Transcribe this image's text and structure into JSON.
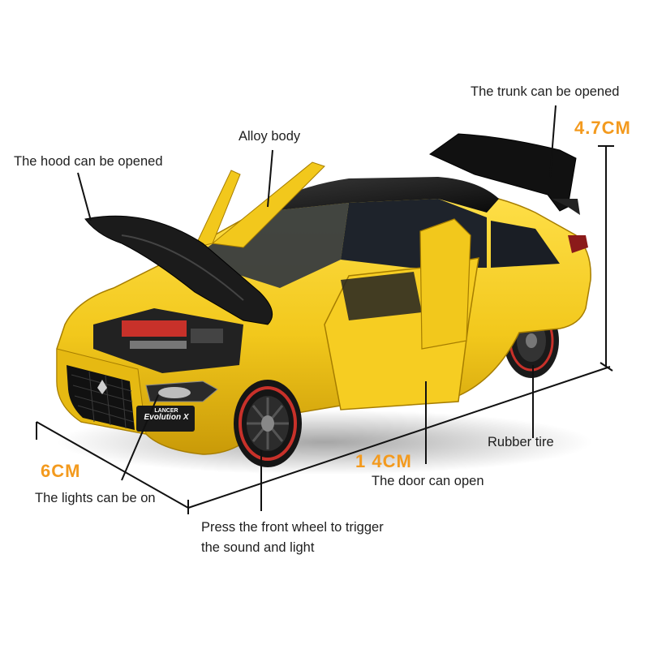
{
  "callouts": {
    "trunk": "The trunk can be opened",
    "alloy": "Alloy body",
    "hood": "The hood can be opened",
    "rubber": "Rubber tire",
    "door": "The door can open",
    "lights": "The lights can be on",
    "press_line1": "Press the front wheel to trigger",
    "press_line2": "the sound and light"
  },
  "dimensions": {
    "height": "4.7CM",
    "width": "6CM",
    "length": "1 4CM"
  },
  "badge": {
    "brand_line1": "LANCER",
    "brand_line2": "Evolution X"
  },
  "colors": {
    "body": "#f2c81c",
    "accent": "#f39a1e",
    "roof": "#141414",
    "rim": "#c8312a"
  }
}
